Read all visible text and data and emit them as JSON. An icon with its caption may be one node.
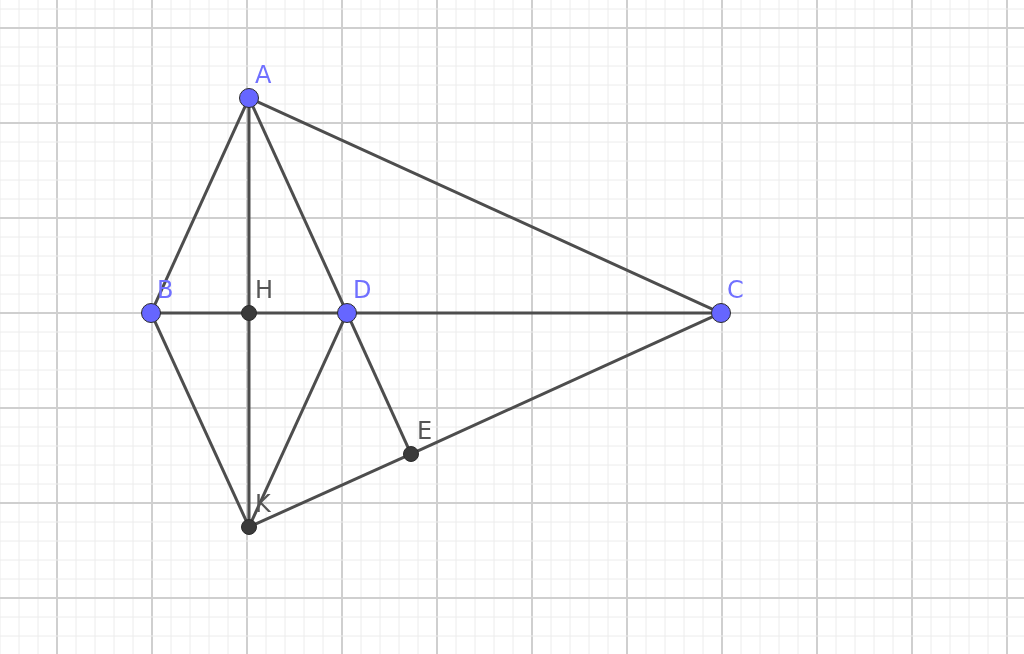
{
  "diagram": {
    "nodes": [
      {
        "text": [
          "A"
        ]
      },
      {
        "text": [
          "B"
        ]
      },
      {
        "text": [
          "H"
        ]
      },
      {
        "text": [
          "D"
        ]
      },
      {
        "text": [
          "C"
        ]
      },
      {
        "text": [
          "E"
        ]
      },
      {
        "text": [
          "K"
        ]
      }
    ],
    "edges": [
      {
        "from": 0,
        "to": 1,
        "arrow": "none"
      },
      {
        "from": 0,
        "to": 2,
        "arrow": "none"
      },
      {
        "from": 2,
        "to": 6,
        "arrow": "none"
      },
      {
        "from": 0,
        "to": 3,
        "arrow": "none"
      },
      {
        "from": 0,
        "to": 4,
        "arrow": "none"
      },
      {
        "from": 1,
        "to": 2,
        "arrow": "none"
      },
      {
        "from": 2,
        "to": 3,
        "arrow": "none"
      },
      {
        "from": 3,
        "to": 4,
        "arrow": "none"
      },
      {
        "from": 1,
        "to": 6,
        "arrow": "none"
      },
      {
        "from": 3,
        "to": 6,
        "arrow": "none"
      },
      {
        "from": 3,
        "to": 5,
        "arrow": "none"
      },
      {
        "from": 6,
        "to": 5,
        "arrow": "none"
      },
      {
        "from": 5,
        "to": 4,
        "arrow": "none"
      }
    ]
  }
}
